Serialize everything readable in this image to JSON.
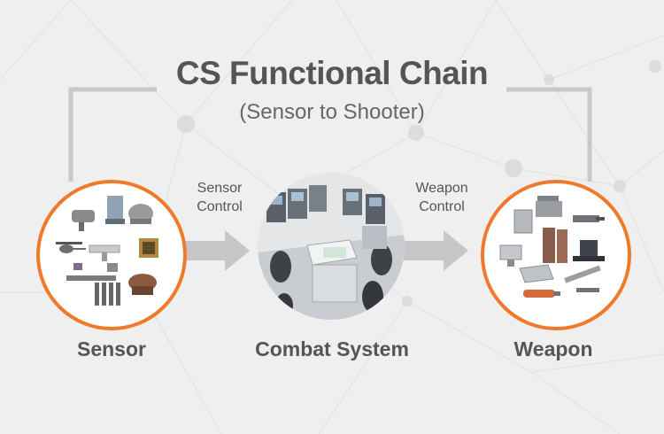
{
  "title": "CS Functional  Chain",
  "subtitle": "(Sensor to Shooter)",
  "nodes": {
    "sensor": {
      "label": "Sensor",
      "icon": "sensor-equipment-collage"
    },
    "combat": {
      "label": "Combat System",
      "icon": "combat-information-center-room"
    },
    "weapon": {
      "label": "Weapon",
      "icon": "weapon-systems-collage"
    }
  },
  "flows": {
    "sensor_control": {
      "line1": "Sensor",
      "line2": "Control"
    },
    "weapon_control": {
      "line1": "Weapon",
      "line2": "Control"
    }
  },
  "colors": {
    "background": "#efefef",
    "accent_ring": "#f07a2a",
    "connector": "#c8c8c8",
    "arrow": "#c6c6c6",
    "text": "#555555"
  }
}
